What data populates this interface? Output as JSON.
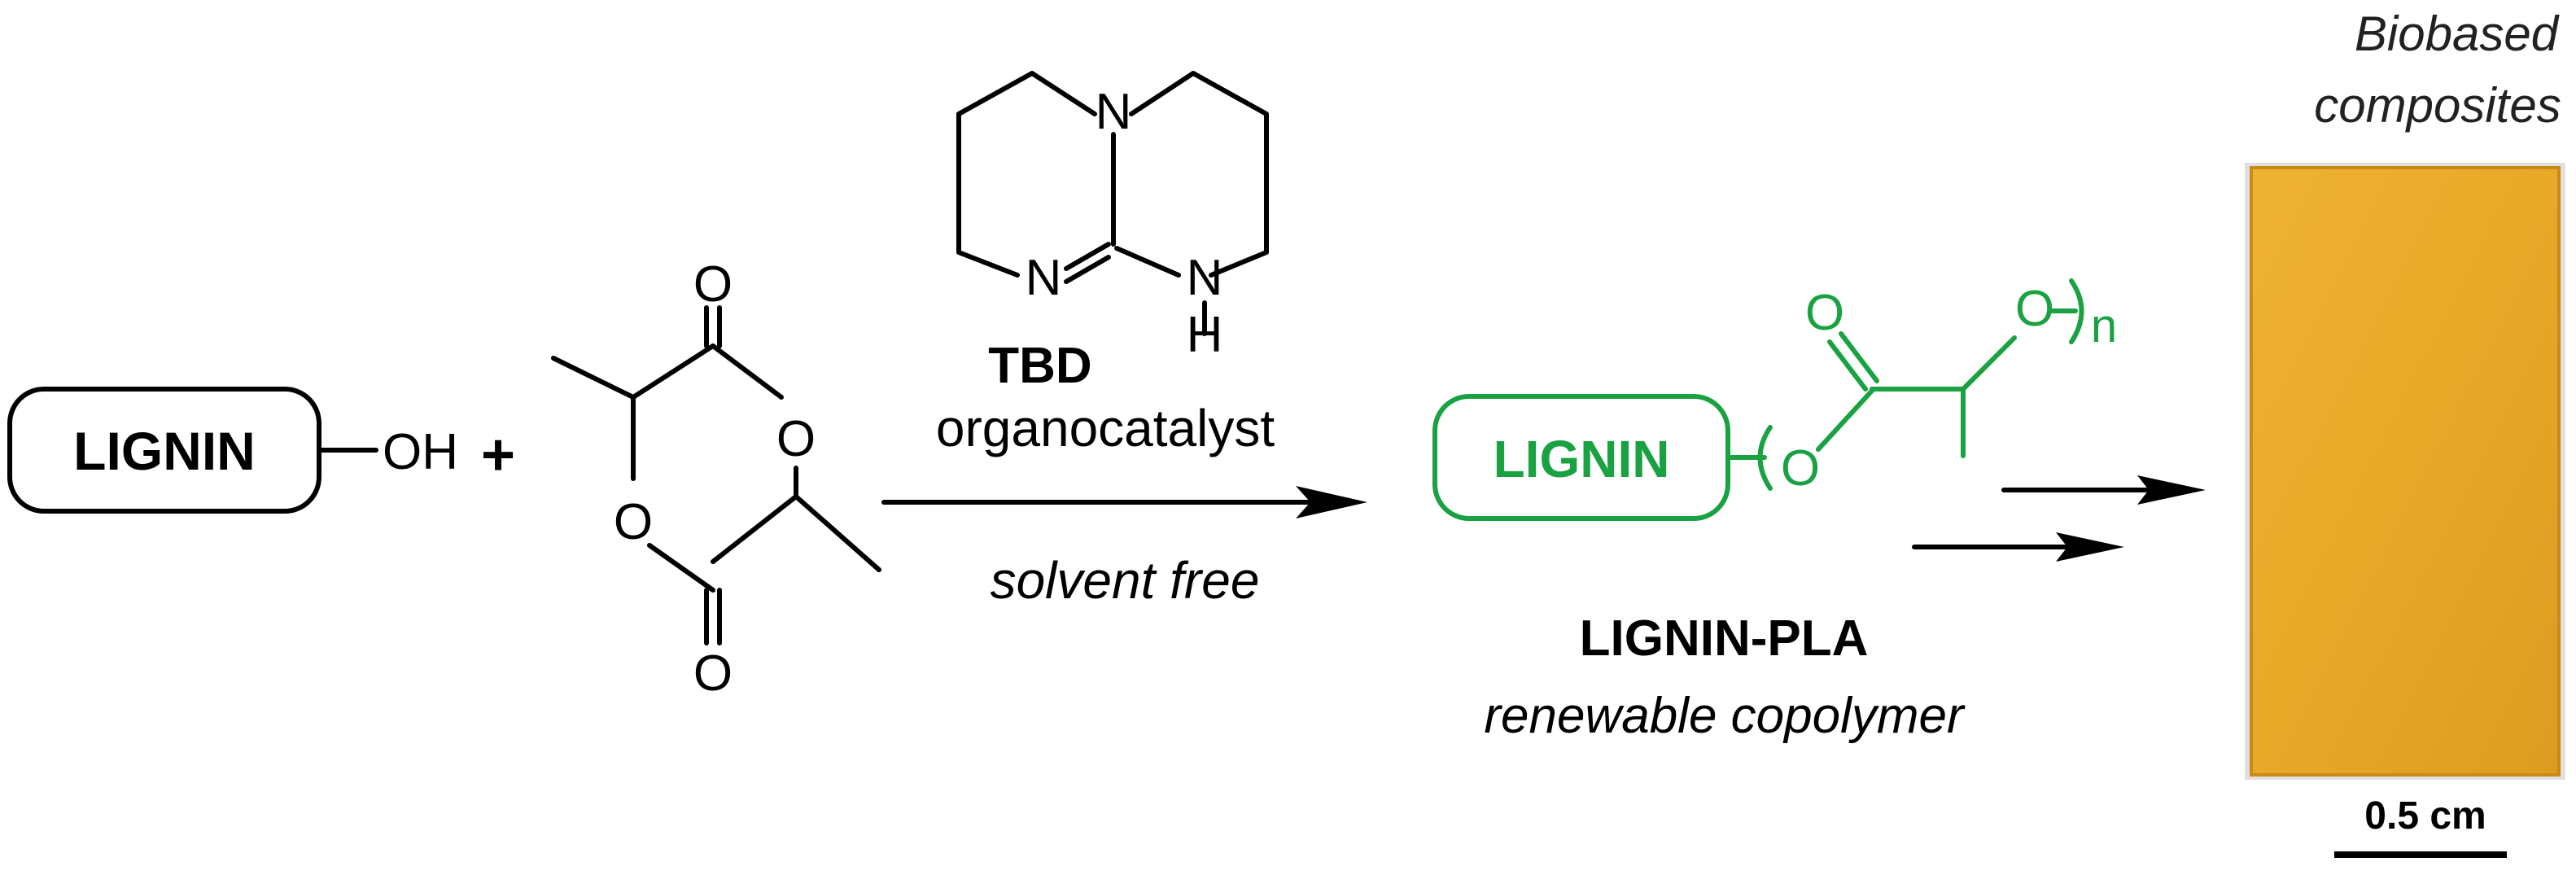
{
  "colors": {
    "ink": "#000000",
    "green": "#1aa142",
    "film": "#e8a828",
    "film_edge": "#c98a16"
  },
  "reactant": {
    "lignin_box": "LIGNIN",
    "hydroxyl": "OH",
    "plus": "+"
  },
  "lactide": {
    "o_top": "O",
    "o_ring_right": "O",
    "o_ring_left": "O",
    "o_bottom": "O"
  },
  "catalyst": {
    "n_top": "N",
    "n_imine": "N",
    "n_amine": "N",
    "h": "H",
    "name": "TBD",
    "role": "organocatalyst"
  },
  "conditions": "solvent free",
  "product": {
    "lignin_box": "LIGNIN",
    "o_ester": "O",
    "o_carbonyl": "O",
    "o_chain": "O",
    "n": "n",
    "name": "LIGNIN-PLA",
    "subtitle": "renewable copolymer"
  },
  "composite": {
    "title_line1": "Biobased",
    "title_line2": "composites",
    "scale_label": "0.5 cm"
  }
}
